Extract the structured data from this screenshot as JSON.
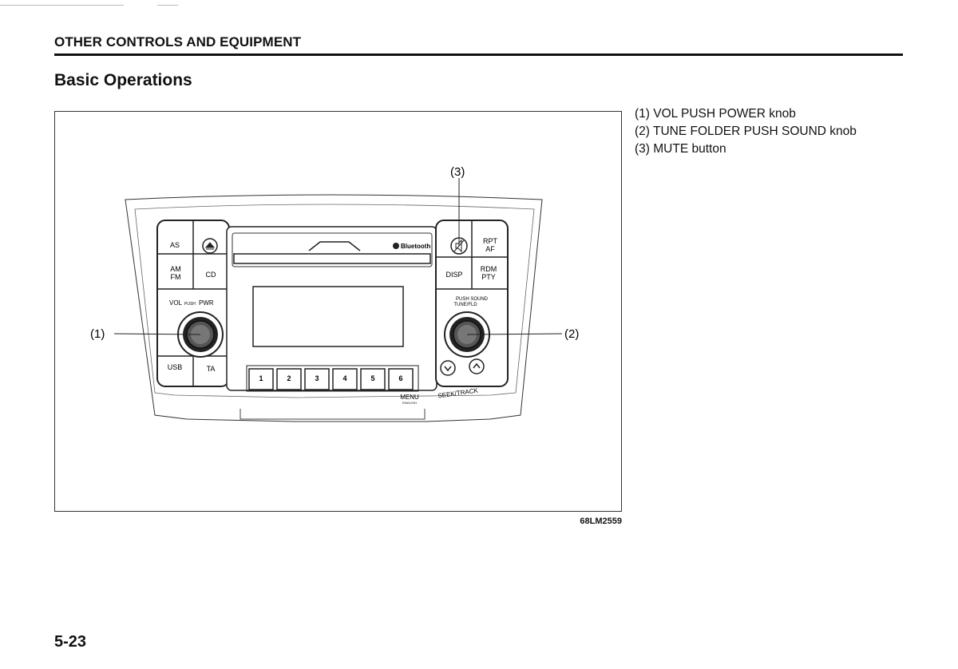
{
  "header": {
    "section_title": "OTHER CONTROLS AND EQUIPMENT",
    "page_title": "Basic Operations"
  },
  "figure": {
    "code": "68LM2559",
    "callouts": [
      "(1)",
      "(2)",
      "(3)"
    ],
    "panel": {
      "brand": "Bluetooth",
      "left_buttons": {
        "as": "AS",
        "am": "AM",
        "fm": "FM",
        "cd": "CD",
        "vol": "VOL",
        "push": "PUSH",
        "pwr": "PWR",
        "usb": "USB",
        "ta": "TA"
      },
      "right_buttons": {
        "rpt": "RPT",
        "af": "AF",
        "disp": "DISP",
        "rdm": "RDM",
        "pty": "PTY",
        "push_sound": "PUSH SOUND",
        "tune_fld": "TUNE/FLD",
        "seek_track": "SEEK/TRACK"
      },
      "presets": [
        "1",
        "2",
        "3",
        "4",
        "5",
        "6"
      ],
      "menu": "MENU",
      "menu_sub": "ENGLISH"
    }
  },
  "legend": [
    "(1) VOL PUSH POWER knob",
    "(2) TUNE FOLDER PUSH SOUND knob",
    "(3) MUTE button"
  ],
  "page_number": "5-23"
}
